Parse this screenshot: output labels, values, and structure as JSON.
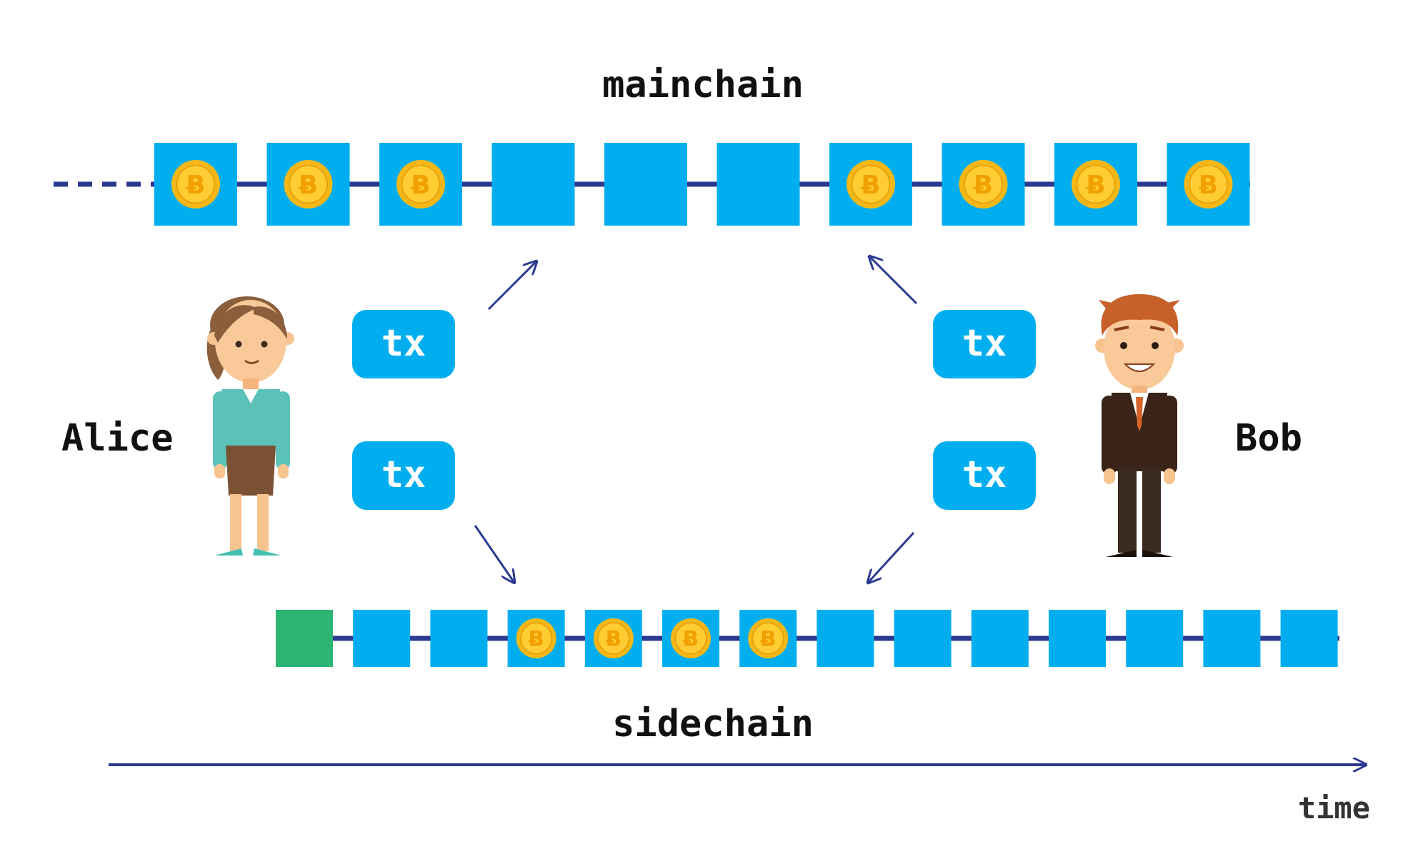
{
  "labels": {
    "mainchain": "mainchain",
    "sidechain": "sidechain",
    "time": "time",
    "alice": "Alice",
    "bob": "Bob"
  },
  "transactions": [
    "tx",
    "tx",
    "tx",
    "tx"
  ],
  "mainchain": {
    "blocks_with_coin": [
      true,
      true,
      true,
      false,
      false,
      false,
      true,
      true,
      true,
      true
    ]
  },
  "sidechain": {
    "blocks_with_coin": [
      false,
      false,
      false,
      true,
      true,
      true,
      true,
      false,
      false,
      false,
      false,
      false,
      false,
      false
    ],
    "genesis_block": true
  },
  "colors": {
    "block": "#00AEEF",
    "genesis_block": "#2DB573",
    "chain_line": "#2B3990",
    "coin": "#F6B817",
    "coin_inner": "#FFCC33",
    "tx_box": "#00AEEF",
    "label_text": "#111111",
    "tx_text": "#FFFFFF"
  },
  "icons": {
    "coin": "bitcoin-coin-icon",
    "alice": "woman-person-icon",
    "bob": "man-person-icon"
  }
}
